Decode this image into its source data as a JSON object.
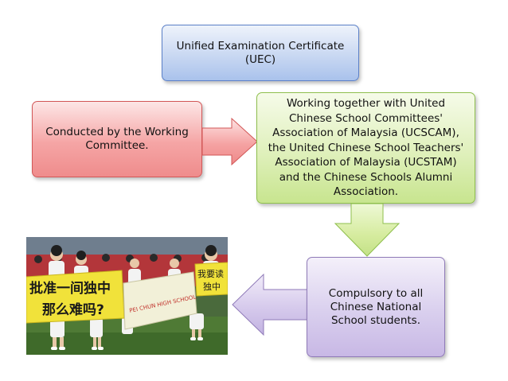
{
  "uec": {
    "line1": "Unified Examination Certificate",
    "line2": "(UEC)"
  },
  "working_together": {
    "lines": [
      "Working together with United",
      "Chinese School Committees'",
      "Association of Malaysia (UCSCAM),",
      "the United Chinese School Teachers'",
      "Association of Malaysia (UCSTAM)",
      "and the Chinese Schools Alumni",
      "Association."
    ]
  },
  "conducted": {
    "line1": "Conducted by the Working",
    "line2": "Committee."
  },
  "compulsory": {
    "line1": "Compulsory to all",
    "line2": "Chinese National",
    "line3": "School students."
  },
  "photo": {
    "banner_left_line1": "批准一间独中",
    "banner_left_line2": "那么难吗?",
    "banner_right_line1": "我要读",
    "banner_right_line2": "独中",
    "center_banner": "PEI CHUN HIGH SCHOOL"
  },
  "colors": {
    "blue_box": "#c9d8f2",
    "green_box": "#dff0bb",
    "red_box": "#f5a5a5",
    "purple_box": "#d9cfee"
  }
}
